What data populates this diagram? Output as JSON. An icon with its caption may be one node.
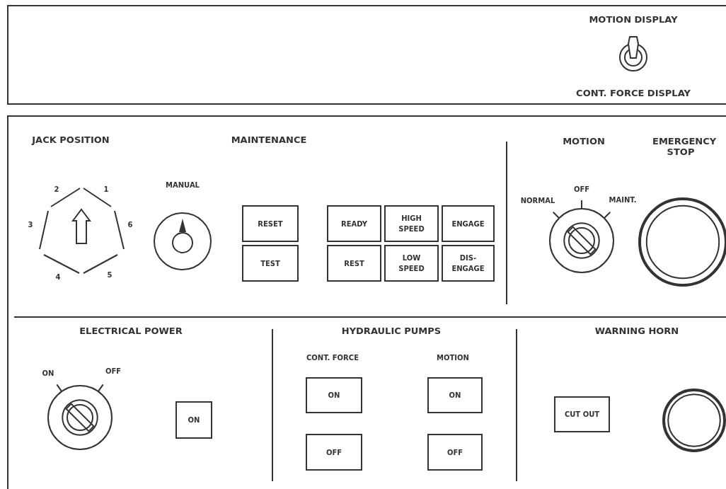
{
  "diagram": {
    "nodes": [
      {
        "text": [],
        "shape": "box"
      },
      {
        "text": [],
        "shape": "box"
      },
      {
        "text": [
          "RESET"
        ],
        "in": 1
      },
      {
        "text": [
          "TEST"
        ],
        "in": 1
      },
      {
        "text": [
          "READY"
        ],
        "in": 1
      },
      {
        "text": [
          "HIGH SPEED"
        ],
        "in": 1
      },
      {
        "text": [
          "ENGAGE"
        ],
        "in": 1
      },
      {
        "text": [
          "REST"
        ],
        "in": 1
      },
      {
        "text": [
          "LOW SPEED"
        ],
        "in": 1
      },
      {
        "text": [
          "DIS- ENGAGE"
        ],
        "in": 1
      },
      {
        "text": [],
        "shape": "circle",
        "in": 1
      },
      {
        "text": [
          "ON"
        ],
        "in": 1
      },
      {
        "text": [
          "ON"
        ],
        "in": 1
      },
      {
        "text": [
          "OFF"
        ],
        "in": 1
      },
      {
        "text": [
          "ON"
        ],
        "in": 1
      },
      {
        "text": [
          "OFF"
        ],
        "in": 1
      },
      {
        "text": [
          "CUT OUT"
        ],
        "in": 1
      },
      {
        "text": [],
        "shape": "circle",
        "in": 1
      }
    ],
    "edges": [],
    "labels": [
      "MOTION DISPLAY",
      "CONT. FORCE DISPLAY",
      "JACK POSITION",
      "MAINTENANCE",
      "MOTION",
      "EMERGENCY STOP",
      "2",
      "1",
      "MANUAL",
      "NORMAL",
      "OFF",
      "MAINT.",
      "3",
      "6",
      "4",
      "5",
      "ELECTRICAL POWER",
      "HYDRAULIC PUMPS",
      "WARNING HORN",
      "CONT. FORCE",
      "MOTION",
      "ON",
      "OFF"
    ]
  }
}
